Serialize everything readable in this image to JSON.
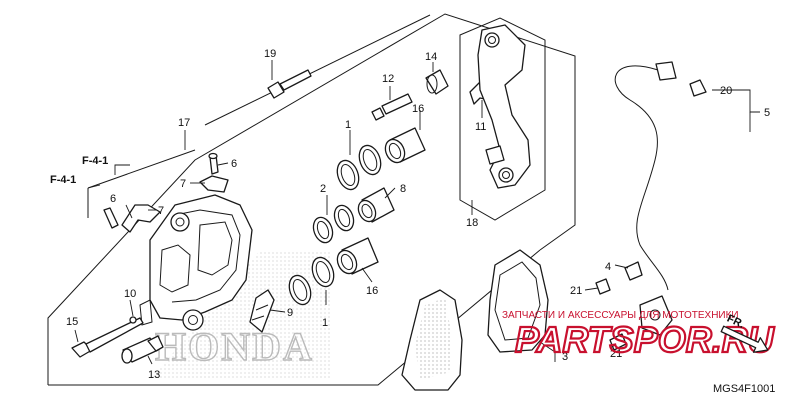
{
  "callouts": {
    "c1a": "1",
    "c1b": "1",
    "c2": "2",
    "c3": "3",
    "c4": "4",
    "c5": "5",
    "c6a": "6",
    "c6b": "6",
    "c7a": "7",
    "c7b": "7",
    "c8": "8",
    "c9": "9",
    "c10": "10",
    "c11": "11",
    "c12": "12",
    "c13": "13",
    "c14": "14",
    "c15": "15",
    "c16a": "16",
    "c16b": "16",
    "c17": "17",
    "c18": "18",
    "c19": "19",
    "c20": "20",
    "c21a": "21",
    "c21b": "21"
  },
  "references": {
    "ref_a": "F-4-1",
    "ref_b": "F-4-1"
  },
  "drawing_code": "MGS4F1001",
  "brand_mark": "HONDA",
  "watermark": {
    "caption": "ЗАПЧАСТИ И АКСЕССУАРЫ ДЛЯ МОТОТЕХНИКИ",
    "logo": "PARTSPOR.RU"
  },
  "direction_label": "FR.",
  "colors": {
    "line": "#1a1a1a",
    "watermark": "#c8102e"
  }
}
